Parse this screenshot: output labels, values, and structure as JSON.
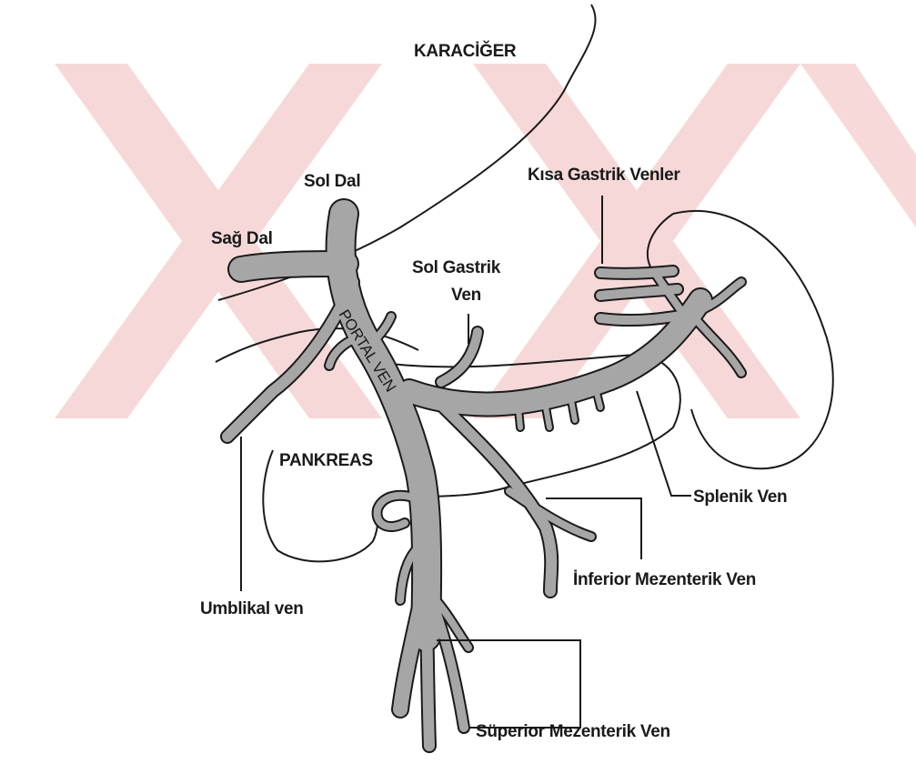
{
  "colors": {
    "watermark": "#f3c6c6",
    "vein_fill": "#a6a6a6",
    "vein_edge": "#1a1a1a",
    "text": "#1a1a1a",
    "background": "#ffffff"
  },
  "labels": {
    "liver": "KARACİĞER",
    "left_branch": "Sol Dal",
    "right_branch": "Sağ Dal",
    "short_gastric": "Kısa Gastrik Venler",
    "left_gastric_1": "Sol Gastrik",
    "left_gastric_2": "Ven",
    "portal_vein": "PORTAL VEN",
    "pancreas": "PANKREAS",
    "splenic_vein": "Splenik Ven",
    "inferior_mesenteric": "İnferior Mezenterik Ven",
    "umbilical": "Umblikal ven",
    "superior_mesenteric": "Süperior Mezenterik Ven"
  }
}
